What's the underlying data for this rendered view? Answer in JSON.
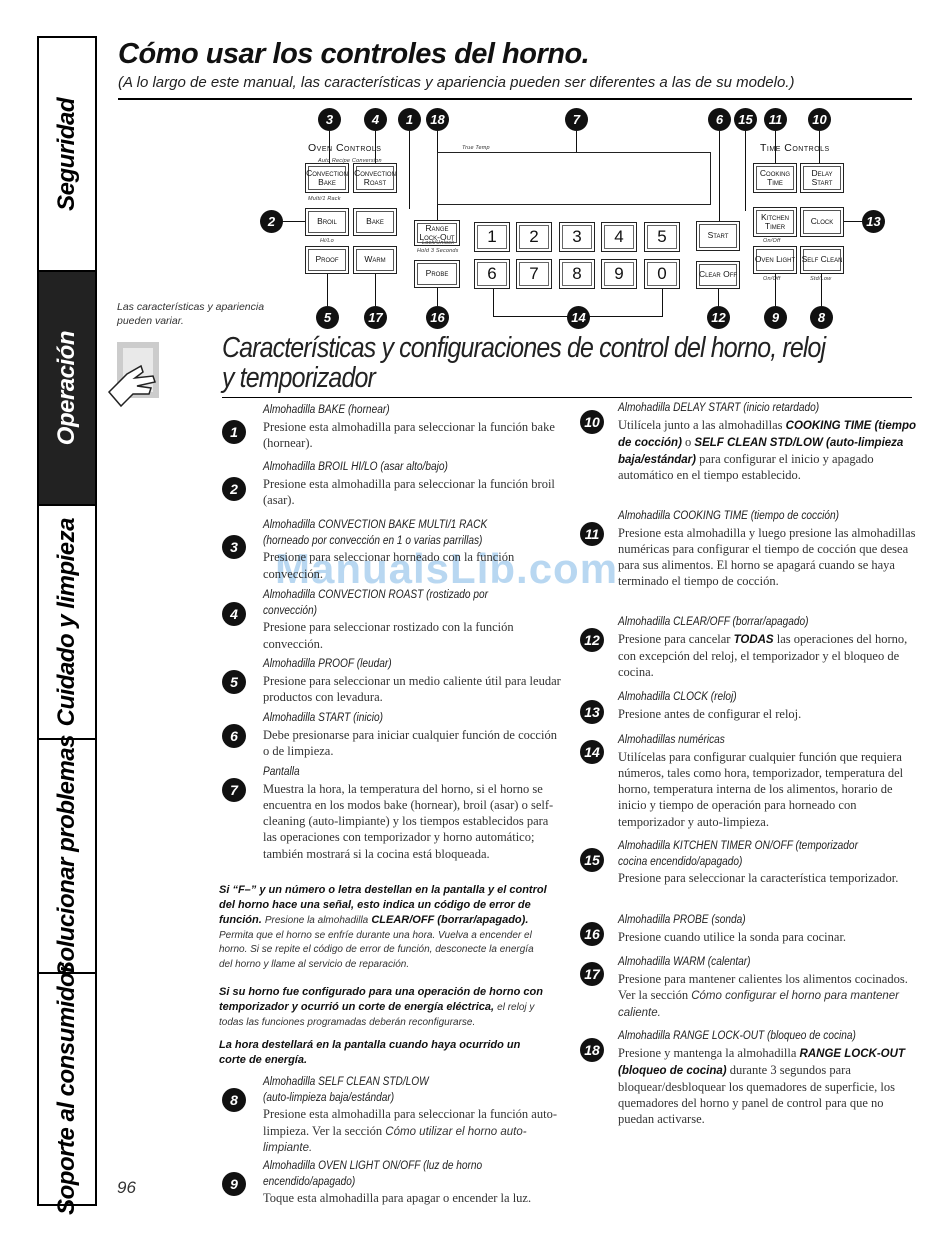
{
  "tabs": [
    {
      "label": "Seguridad",
      "active": false
    },
    {
      "label": "Operación",
      "active": true
    },
    {
      "label": "Cuidado y limpieza",
      "active": false
    },
    {
      "label": "Solucionar problemas",
      "active": false
    },
    {
      "label": "Soporte al consumidor",
      "active": false
    }
  ],
  "header": {
    "title": "Cómo usar los controles del horno.",
    "subtitle": "(A lo largo de este manual, las características y apariencia pueden ser diferentes a las de su modelo.)"
  },
  "panel": {
    "oven_controls_label": "Oven Controls",
    "time_controls_label": "Time Controls",
    "true_temp": "True Temp",
    "auto_recipe": "Auto Recipe Conversion",
    "multi_rack": "Multi/1 Rack",
    "hi_lo": "Hi/Lo",
    "hold_3": "Hold 3 Seconds",
    "on_off_1": "On/Off",
    "on_off_2": "On/Off",
    "std_low": "Std/Low",
    "lock_unlock": "Lock/Unlock",
    "pads": {
      "conv_bake": "Convection Bake",
      "conv_roast": "Convection Roast",
      "broil": "Broil",
      "bake": "Bake",
      "proof": "Proof",
      "warm": "Warm",
      "range_lockout": "Range Lock-Out",
      "probe": "Probe",
      "start": "Start",
      "clear_off": "Clear Off",
      "cooking_time": "Cooking Time",
      "delay_start": "Delay Start",
      "kitchen_timer": "Kitchen Timer",
      "clock": "Clock",
      "oven_light": "Oven Light",
      "self_clean": "Self Clean"
    },
    "numbers": [
      "1",
      "2",
      "3",
      "4",
      "5",
      "6",
      "7",
      "8",
      "9",
      "0"
    ],
    "callouts": {
      "top": [
        "3",
        "4",
        "1",
        "18",
        "7",
        "6",
        "15",
        "11",
        "10"
      ],
      "left": "2",
      "right": "13",
      "bottom": [
        "5",
        "17",
        "16",
        "14",
        "12",
        "9",
        "8"
      ]
    },
    "note": "Las características y apariencia pueden variar."
  },
  "section_title": "Características y configuraciones de control del horno, reloj y temporizador",
  "left_items": [
    {
      "n": "1",
      "h": "Almohadilla BAKE (hornear)",
      "b": "Presione esta almohadilla para seleccionar la función bake (hornear)."
    },
    {
      "n": "2",
      "h": "Almohadilla BROIL HI/LO (asar alto/bajo)",
      "b": "Presione esta almohadilla para seleccionar la función broil (asar)."
    },
    {
      "n": "3",
      "h": "Almohadilla CONVECTION BAKE MULTI/1 RACK",
      "h2": "(horneado por convección en 1 o varias parrillas)",
      "b": "Presione para seleccionar horneado con la función convección."
    },
    {
      "n": "4",
      "h": "Almohadilla CONVECTION ROAST (rostizado por",
      "h2": "convección)",
      "b": "Presione para seleccionar rostizado con la función convección."
    },
    {
      "n": "5",
      "h": "Almohadilla PROOF (leudar)",
      "b": "Presione para seleccionar un medio caliente útil para leudar productos con levadura."
    },
    {
      "n": "6",
      "h": "Almohadilla START (inicio)",
      "b": "Debe presionarse para iniciar cualquier función de cocción o de limpieza."
    },
    {
      "n": "7",
      "h": "Pantalla",
      "b": "Muestra la hora, la temperatura del horno, si el horno se encuentra en los modos bake (hornear), broil (asar) o self-cleaning (auto-limpiante) y los tiempos establecidos para las operaciones con temporizador y horno automático; también mostrará si la cocina está bloqueada."
    }
  ],
  "notes": [
    {
      "bold": "Si “F–” y un número o letra destellan en la pantalla y el control del horno hace una señal, esto indica un código de error de función.",
      "small_a": "Presione la almohadilla",
      "bold2": "CLEAR/OFF (borrar/apagado).",
      "small_b": "Permita que el horno se enfríe durante una hora. Vuelva a encender el horno. Si se repite el código de error de función, desconecte la energía del horno y llame al servicio de reparación."
    },
    {
      "bold": "Si su horno fue configurado para una operación de horno con temporizador y ocurrió un corte de energía eléctrica,",
      "small_a": "el reloj y todas las funciones programadas deberán reconfigurarse.",
      "bold2": "",
      "small_b": ""
    },
    {
      "bold": "La hora destellará en la pantalla cuando haya ocurrido un corte de energía.",
      "small_a": "",
      "bold2": "",
      "small_b": ""
    }
  ],
  "left_items_b": [
    {
      "n": "8",
      "h": "Almohadilla SELF CLEAN STD/LOW",
      "h2": "(auto-limpieza baja/estándar)",
      "b": "Presione esta almohadilla para seleccionar la función auto-limpieza. Ver la sección",
      "bi": "Cómo utilizar el horno auto-limpiante."
    },
    {
      "n": "9",
      "h": "Almohadilla OVEN LIGHT ON/OFF (luz de horno",
      "h2": "encendido/apagado)",
      "b": "Toque esta almohadilla para apagar o encender la luz."
    }
  ],
  "right_items": [
    {
      "n": "10",
      "h": "Almohadilla DELAY START (inicio retardado)",
      "b1": "Utilícela junto a las almohadillas",
      "k1": "COOKING TIME (tiempo de cocción)",
      "b2": "o",
      "k2": "SELF CLEAN STD/LOW (auto-limpieza baja/estándar)",
      "b3": "para configurar el inicio y apagado automático en el tiempo establecido."
    },
    {
      "n": "11",
      "h": "Almohadilla COOKING TIME (tiempo de cocción)",
      "b1": "Presione esta almohadilla y luego presione las almohadillas numéricas para configurar el tiempo de cocción que desea para sus alimentos. El horno se apagará cuando se haya terminado el tiempo de cocción."
    },
    {
      "n": "12",
      "h": "Almohadilla CLEAR/OFF (borrar/apagado)",
      "b1": "Presione para cancelar",
      "k1": "TODAS",
      "b2": "las operaciones del horno, con excepción del reloj, el temporizador y el bloqueo de cocina."
    },
    {
      "n": "13",
      "h": "Almohadilla CLOCK (reloj)",
      "b1": "Presione antes de configurar el reloj."
    },
    {
      "n": "14",
      "h": "Almohadillas numéricas",
      "b1": "Utilícelas para configurar cualquier función que requiera números, tales como hora, temporizador, temperatura del horno, temperatura interna de los alimentos, horario de inicio y tiempo de operación para horneado con temporizador y auto-limpieza."
    },
    {
      "n": "15",
      "h": "Almohadilla KITCHEN TIMER ON/OFF (temporizador",
      "h2": "cocina encendido/apagado)",
      "b1": "Presione para seleccionar la característica temporizador."
    },
    {
      "n": "16",
      "h": "Almohadilla PROBE (sonda)",
      "b1": "Presione cuando utilice la sonda para cocinar."
    },
    {
      "n": "17",
      "h": "Almohadilla WARM (calentar)",
      "b1": "Presione para mantener calientes los alimentos cocinados. Ver la sección",
      "bi": "Cómo configurar el horno para mantener caliente."
    },
    {
      "n": "18",
      "h": "Almohadilla RANGE LOCK-OUT (bloqueo de cocina)",
      "b1": "Presione y mantenga la almohadilla",
      "k1": "RANGE LOCK-OUT (bloqueo de cocina)",
      "b2": "durante 3 segundos para bloquear/desbloquear los quemadores de superficie, los quemadores del horno y panel de control para que no puedan activarse."
    }
  ],
  "page_number": "96",
  "watermark": "ManualsLib.com"
}
